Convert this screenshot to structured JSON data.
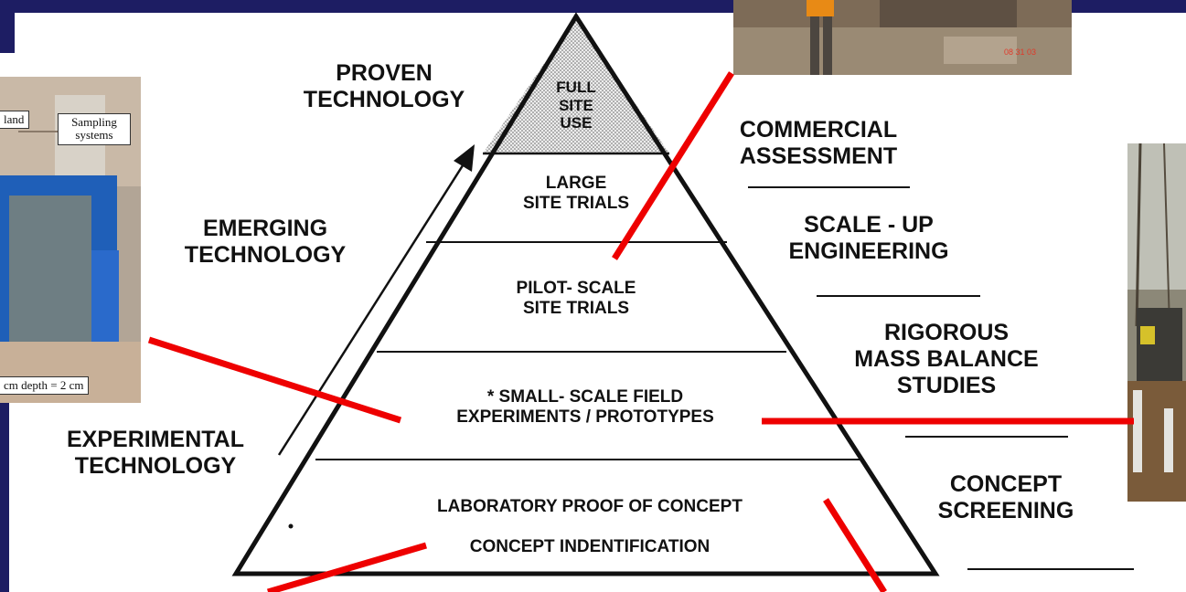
{
  "pyramid": {
    "levels": [
      "FULL\nSITE\nUSE",
      "LARGE\nSITE TRIALS",
      "PILOT- SCALE\nSITE TRIALS",
      "* SMALL- SCALE FIELD\nEXPERIMENTS / PROTOTYPES",
      "LABORATORY PROOF OF CONCEPT",
      "CONCEPT INDENTIFICATION"
    ]
  },
  "left_labels": {
    "proven": "PROVEN\nTECHNOLOGY",
    "emerging": "EMERGING\nTECHNOLOGY",
    "experimental": "EXPERIMENTAL\nTECHNOLOGY"
  },
  "right_labels": {
    "commercial": "COMMERCIAL\nASSESSMENT",
    "scaleup": "SCALE - UP\nENGINEERING",
    "rigorous": "RIGOROUS\nMASS BALANCE\nSTUDIES",
    "screening": "CONCEPT\nSCREENING"
  },
  "photo_left": {
    "tag_land": "land",
    "tag_sampling": "Sampling\nsystems",
    "tag_depth": "cm depth = 2 cm"
  },
  "photo_top": {
    "date_stamp": "08 31 03"
  },
  "colors": {
    "background": "#1d1d63",
    "slide": "#ffffff",
    "connector": "#ee0000",
    "ink": "#111111"
  }
}
